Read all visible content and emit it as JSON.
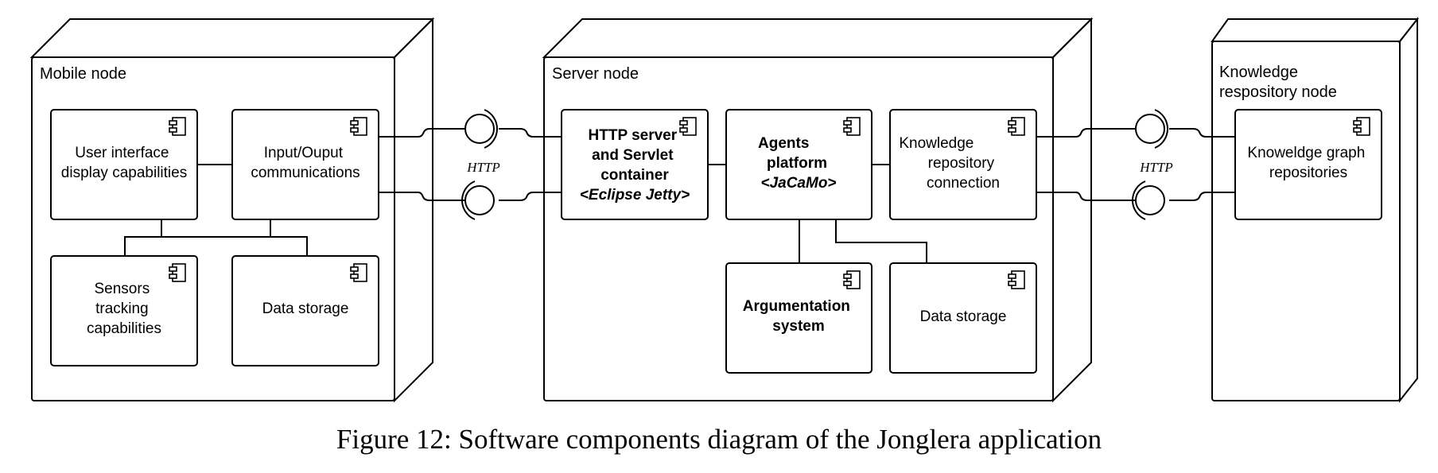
{
  "nodes": {
    "mobile": {
      "title": "Mobile node"
    },
    "server": {
      "title": "Server node"
    },
    "knowledge": {
      "title_lines": [
        "Knowledge",
        "respository node"
      ]
    }
  },
  "components": {
    "ui_display": {
      "lines": [
        "User interface",
        "display capabilities"
      ]
    },
    "io_comms": {
      "lines": [
        "Input/Ouput",
        "communications"
      ]
    },
    "sensors": {
      "lines": [
        "Sensors",
        "tracking",
        "capabilities"
      ]
    },
    "mobile_storage": {
      "lines": [
        "Data storage"
      ]
    },
    "http_server": {
      "lines": [
        "HTTP server",
        "and Servlet",
        "container"
      ],
      "tech": "<Eclipse Jetty>"
    },
    "agents": {
      "lines": [
        "Agents",
        "platform"
      ],
      "tech": "<JaCaMo>"
    },
    "kr_connection": {
      "lines": [
        "Knowledge",
        "repository",
        "connection"
      ]
    },
    "argumentation": {
      "lines": [
        "Argumentation",
        "system"
      ]
    },
    "server_storage": {
      "lines": [
        "Data storage"
      ]
    },
    "kg_repos": {
      "lines": [
        "Knoweldge graph",
        "repositories"
      ]
    }
  },
  "interfaces": {
    "left_label": "HTTP",
    "right_label": "HTTP"
  },
  "colors": {
    "node_front": "#ffffff",
    "node_top": "#e8e8e8",
    "node_side": "#cccccc",
    "component_plain": "#ffffff",
    "component_highlight": "#e6e6e6"
  },
  "caption": "Figure 12: Software components diagram of the Jonglera application"
}
